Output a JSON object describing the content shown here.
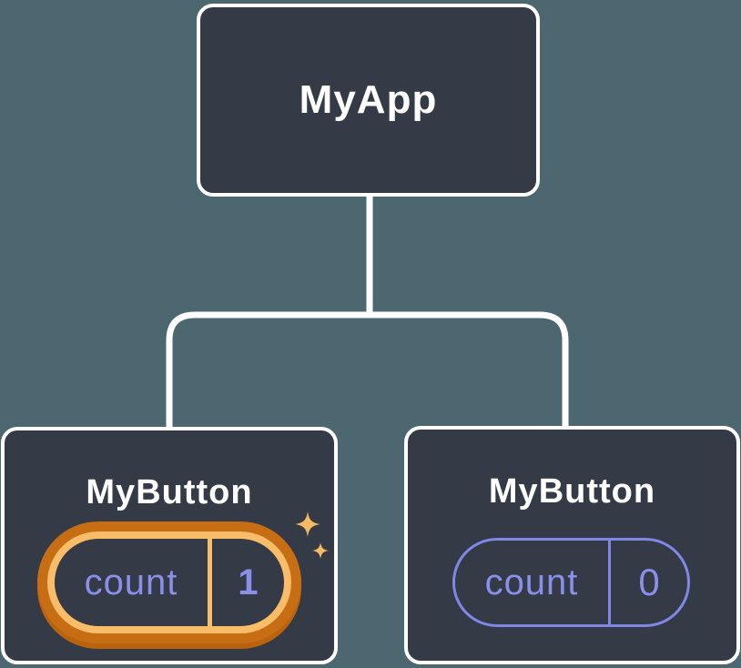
{
  "figure": {
    "background_color": "#4D6770",
    "node_color": "#343A46",
    "connector_color": "#FFFFFF"
  },
  "root_node": {
    "label": "MyApp"
  },
  "child_nodes": [
    {
      "label": "MyButton",
      "state_name": "count",
      "state_value": "1",
      "highlighted": true
    },
    {
      "label": "MyButton",
      "state_name": "count",
      "state_value": "0",
      "highlighted": false
    }
  ],
  "colors": {
    "highlight_outer": "#C76E15",
    "highlight_outer_deep": "#B9630E",
    "highlight_inner": "#F9BC68",
    "state_text": "#8A90E9",
    "pill_border": "#8087E8",
    "sparkle": "#F7BA64",
    "label_text": "#FFFFFF"
  },
  "icons": {
    "sparkle_large": "sparkle-icon",
    "sparkle_small": "sparkle-icon"
  }
}
